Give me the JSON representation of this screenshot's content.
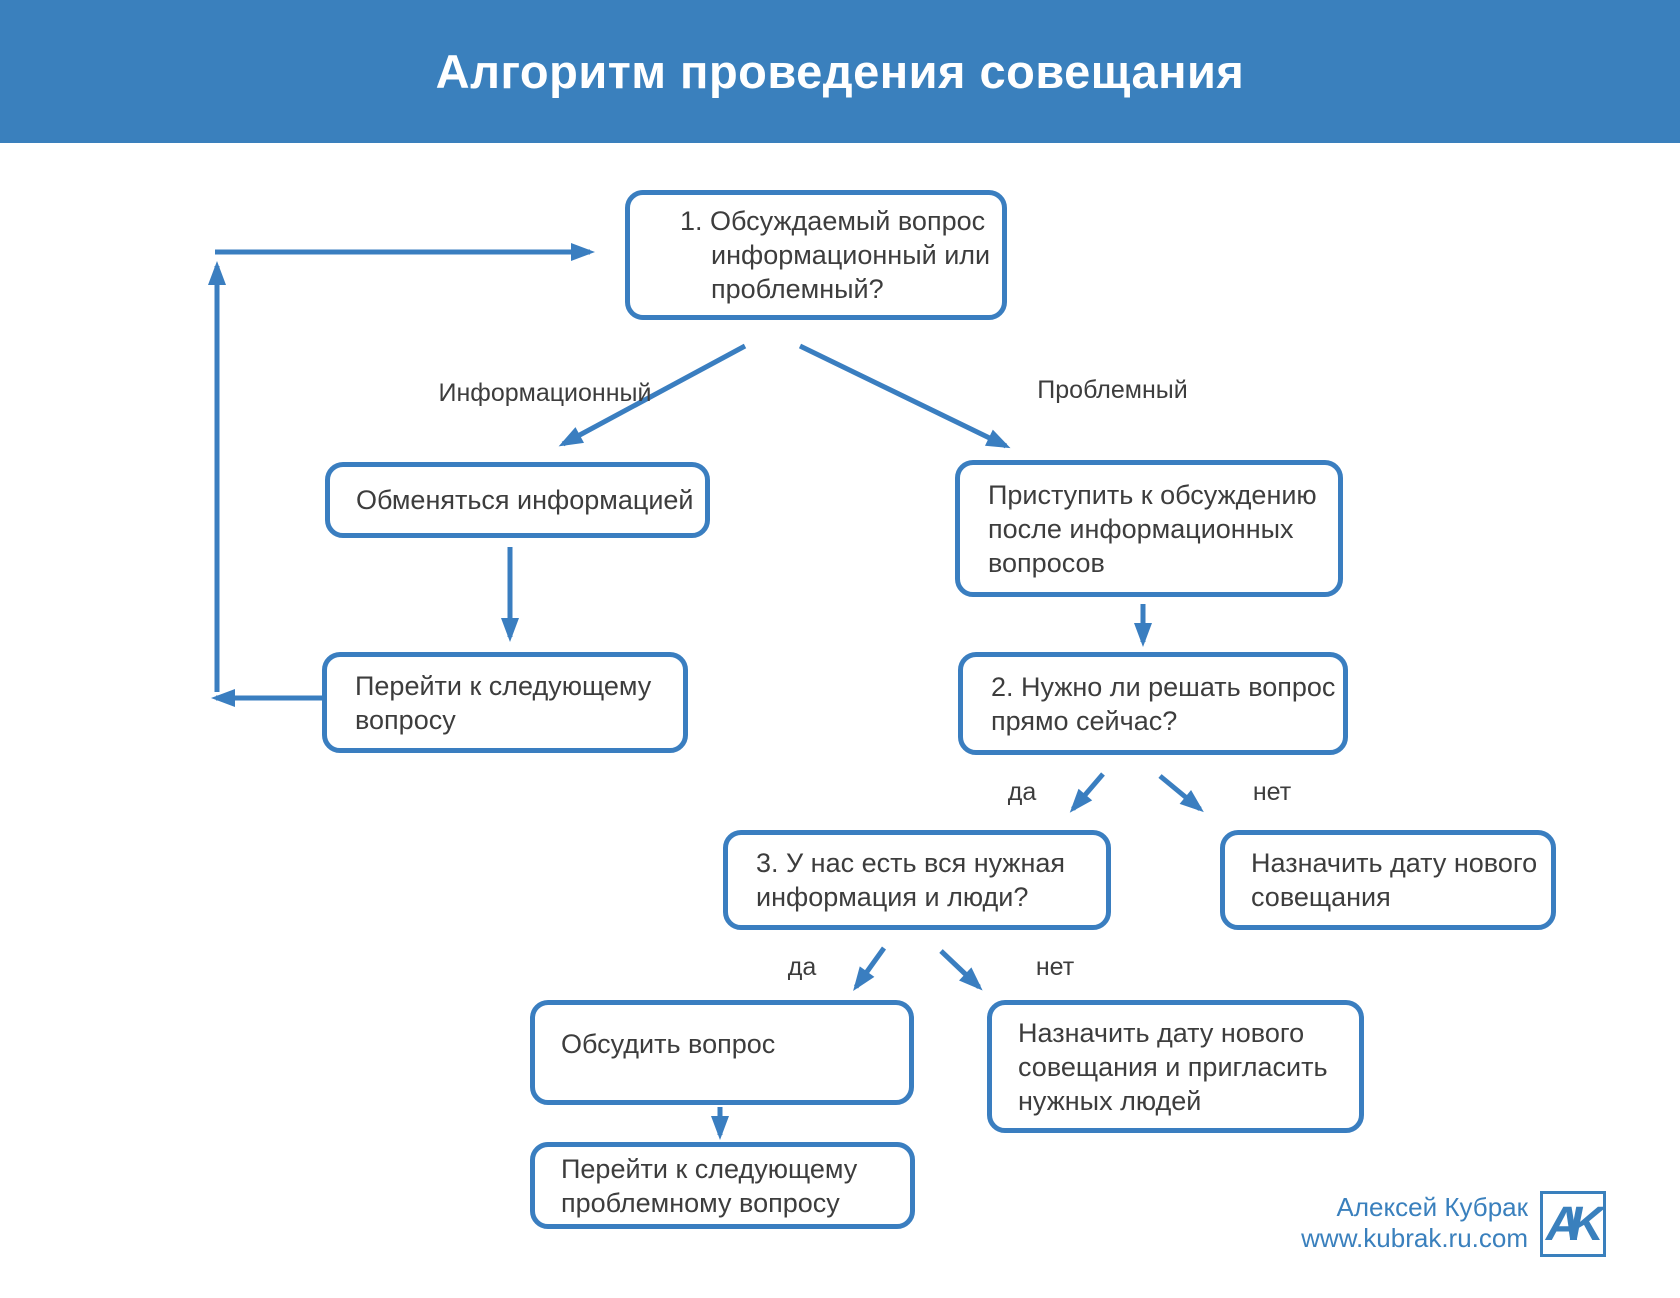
{
  "header": {
    "title": "Алгоритм проведения совещания"
  },
  "flowchart": {
    "nodes": {
      "q1": {
        "line1": "1. Обсуждаемый вопрос",
        "line2": "информационный или",
        "line3": "проблемный?"
      },
      "exchange": {
        "line1": "Обменяться информацией"
      },
      "proceed": {
        "line1": "Приступить к обсуждению",
        "line2": "после информационных",
        "line3": "вопросов"
      },
      "next_question": {
        "line1": "Перейти к следующему",
        "line2": "вопросу"
      },
      "q2": {
        "line1": "2. Нужно ли решать вопрос",
        "line2": "прямо сейчас?"
      },
      "q3": {
        "line1": "3. У нас есть вся нужная",
        "line2": "информация и люди?"
      },
      "schedule_new": {
        "line1": "Назначить дату нового",
        "line2": "совещания"
      },
      "discuss": {
        "line1": "Обсудить вопрос"
      },
      "schedule_invite": {
        "line1": "Назначить дату нового",
        "line2": "совещания и пригласить",
        "line3": "нужных людей"
      },
      "next_problem": {
        "line1": "Перейти к следующему",
        "line2": "проблемному вопросу"
      }
    },
    "edge_labels": {
      "informational": "Информационный",
      "problem": "Проблемный",
      "q2_yes": "да",
      "q2_no": "нет",
      "q3_yes": "да",
      "q3_no": "нет"
    }
  },
  "footer": {
    "author": "Алексей Кубрак",
    "site": "www.kubrak.ru.com",
    "logo": "AK"
  },
  "colors": {
    "accent": "#3a7ec0",
    "header_bg": "#3a80bd",
    "ink": "#3d3d3d",
    "paper": "#ffffff"
  }
}
